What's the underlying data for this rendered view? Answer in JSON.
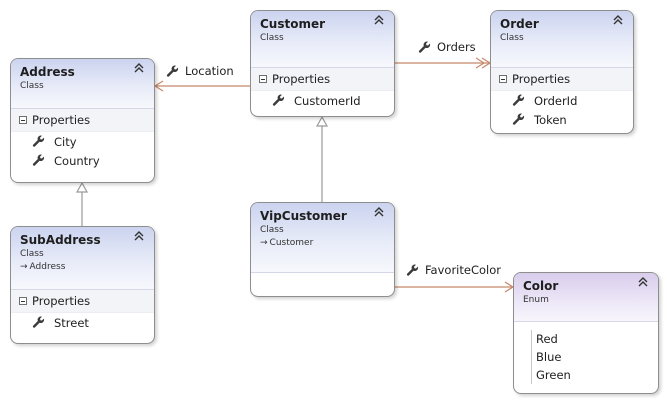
{
  "classes": {
    "address": {
      "title": "Address",
      "kind": "Class",
      "section": "Properties",
      "members": [
        "City",
        "Country"
      ]
    },
    "subaddress": {
      "title": "SubAddress",
      "kind": "Class",
      "base": "Address",
      "section": "Properties",
      "members": [
        "Street"
      ]
    },
    "customer": {
      "title": "Customer",
      "kind": "Class",
      "section": "Properties",
      "members": [
        "CustomerId"
      ]
    },
    "vipcustomer": {
      "title": "VipCustomer",
      "kind": "Class",
      "base": "Customer"
    },
    "order": {
      "title": "Order",
      "kind": "Class",
      "section": "Properties",
      "members": [
        "OrderId",
        "Token"
      ]
    },
    "color": {
      "title": "Color",
      "kind": "Enum",
      "values": [
        "Red",
        "Blue",
        "Green"
      ]
    }
  },
  "associations": {
    "location": "Location",
    "orders": "Orders",
    "favorite_color": "FavoriteColor"
  },
  "colors": {
    "association_line": "#c8876a",
    "inheritance_line": "#9a9a9a",
    "class_header": "#cbd3ef",
    "enum_header": "#d8cdec"
  },
  "icons": {
    "property": "wrench-icon",
    "collapse": "double-chevron-up-icon",
    "section_toggle": "minus-box-icon",
    "base_type": "arrow-right-icon"
  }
}
